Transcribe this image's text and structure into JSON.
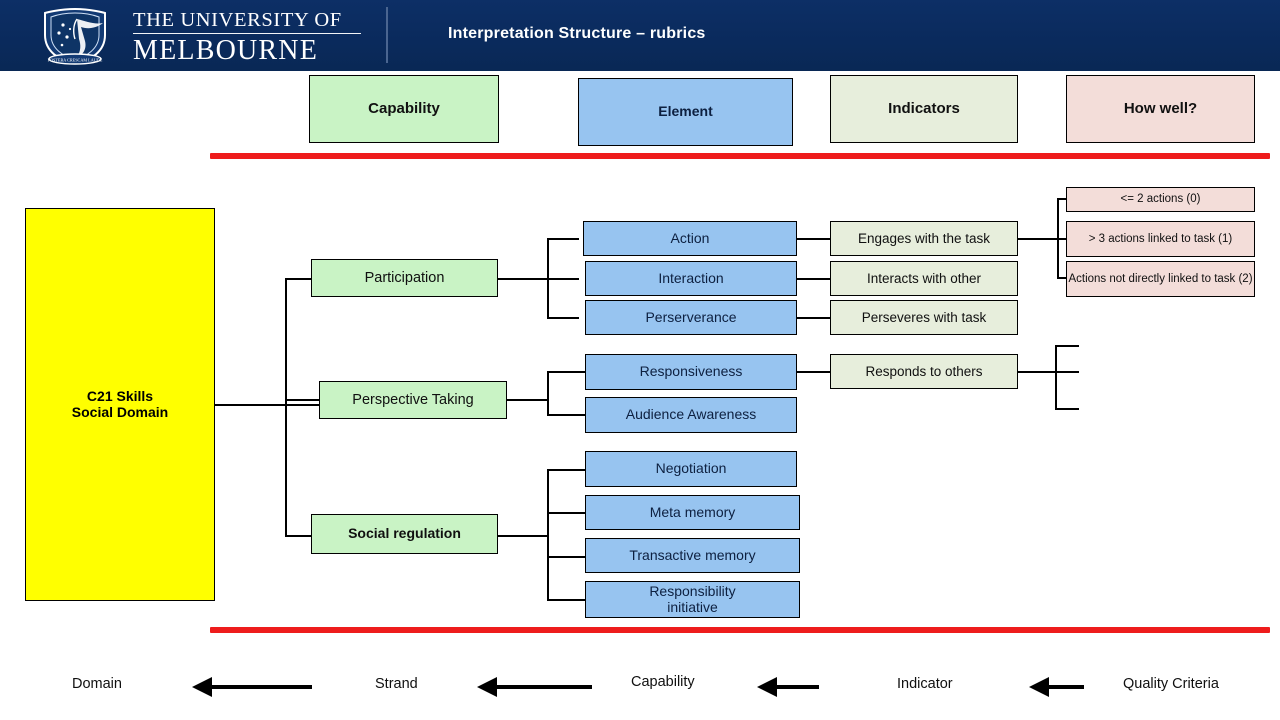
{
  "header": {
    "university_line1": "THE UNIVERSITY OF",
    "university_line2": "MELBOURNE",
    "title": "Interpretation Structure – rubrics",
    "crest_icon": "university-crest-icon",
    "background_color": "#0b2d62"
  },
  "column_headers": [
    {
      "label": "Capability",
      "color": "#c9f3c5"
    },
    {
      "label": "Element",
      "color": "#97c4f0"
    },
    {
      "label": "Indicators",
      "color": "#e7eedc"
    },
    {
      "label": "How well?",
      "color": "#f3ddd9"
    }
  ],
  "rules": {
    "color": "#ee1c1c"
  },
  "root": {
    "line1": "C21 Skills",
    "line2": "Social Domain",
    "color": "#ffff00"
  },
  "capabilities": [
    {
      "label": "Participation"
    },
    {
      "label": "Perspective Taking"
    },
    {
      "label": "Social regulation"
    }
  ],
  "elements": [
    {
      "label": "Action"
    },
    {
      "label": "Interaction"
    },
    {
      "label": "Perserverance"
    },
    {
      "label": "Responsiveness"
    },
    {
      "label": "Audience Awareness"
    },
    {
      "label": "Negotiation"
    },
    {
      "label": "Meta memory"
    },
    {
      "label": "Transactive memory"
    },
    {
      "label": "Responsibility\ninitiative"
    }
  ],
  "indicators": [
    {
      "label": "Engages with the task"
    },
    {
      "label": "Interacts with other"
    },
    {
      "label": "Perseveres with task"
    },
    {
      "label": "Responds to others"
    }
  ],
  "rubrics": [
    {
      "label": "<= 2 actions (0)"
    },
    {
      "label": "> 3 actions linked to task (1)"
    },
    {
      "label": "Actions not directly linked to task (2)"
    }
  ],
  "legend": {
    "items": [
      "Domain",
      "Strand",
      "Capability",
      "Indicator",
      "Quality Criteria"
    ],
    "arrow_icon": "left-arrow-icon"
  }
}
